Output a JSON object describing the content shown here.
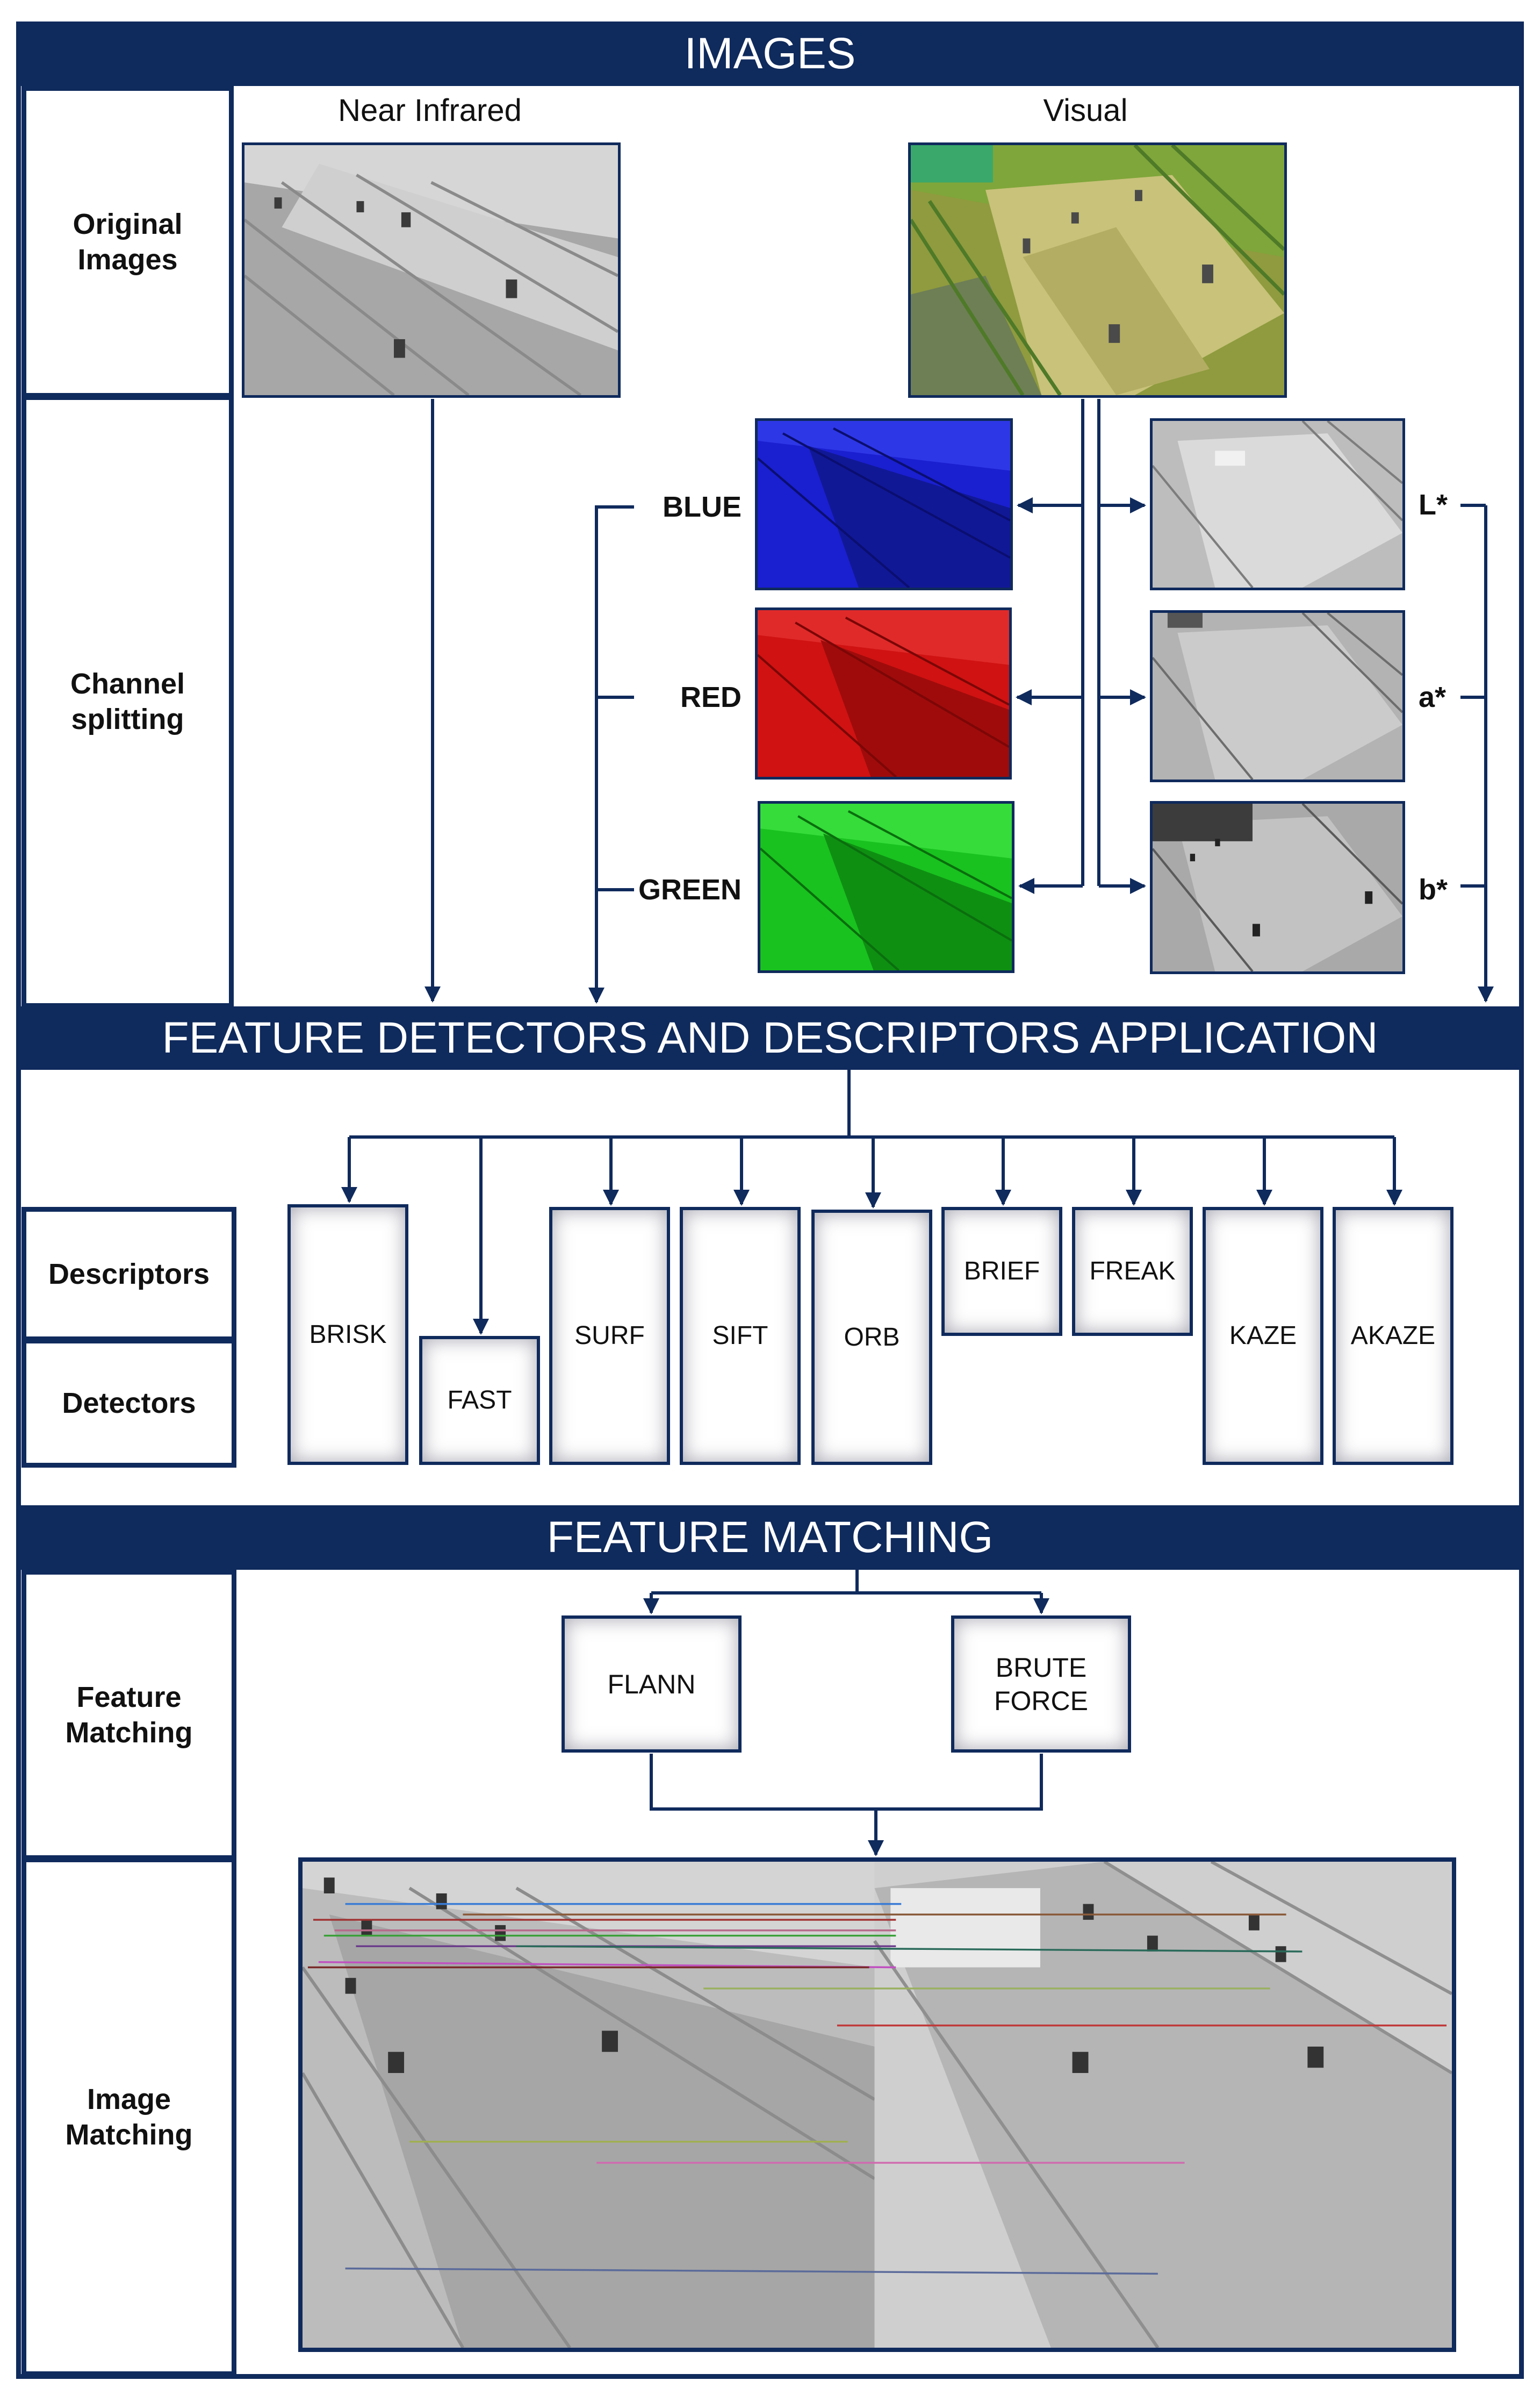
{
  "sections": {
    "images": "IMAGES",
    "feature_detectors": "FEATURE DETECTORS AND DESCRIPTORS APPLICATION",
    "feature_matching": "FEATURE MATCHING"
  },
  "row_labels": {
    "original_images": "Original\nImages",
    "channel_splitting": "Channel\nsplitting",
    "descriptors": "Descriptors",
    "detectors": "Detectors",
    "feature_matching": "Feature\nMatching",
    "image_matching": "Image\nMatching"
  },
  "columns": {
    "near_infrared": "Near Infrared",
    "visual": "Visual"
  },
  "channels_rgb": [
    "BLUE",
    "RED",
    "GREEN"
  ],
  "channels_lab": [
    "L*",
    "a*",
    "b*"
  ],
  "algorithms": [
    "BRISK",
    "FAST",
    "SURF",
    "SIFT",
    "ORB",
    "BRIEF",
    "FREAK",
    "KAZE",
    "AKAZE"
  ],
  "matchers": [
    "FLANN",
    "BRUTE\nFORCE"
  ],
  "colors": {
    "navy": "#0f2a5c",
    "blue_channel": "#1a1fd0",
    "red_channel": "#d01212",
    "green_channel": "#19c21f"
  }
}
